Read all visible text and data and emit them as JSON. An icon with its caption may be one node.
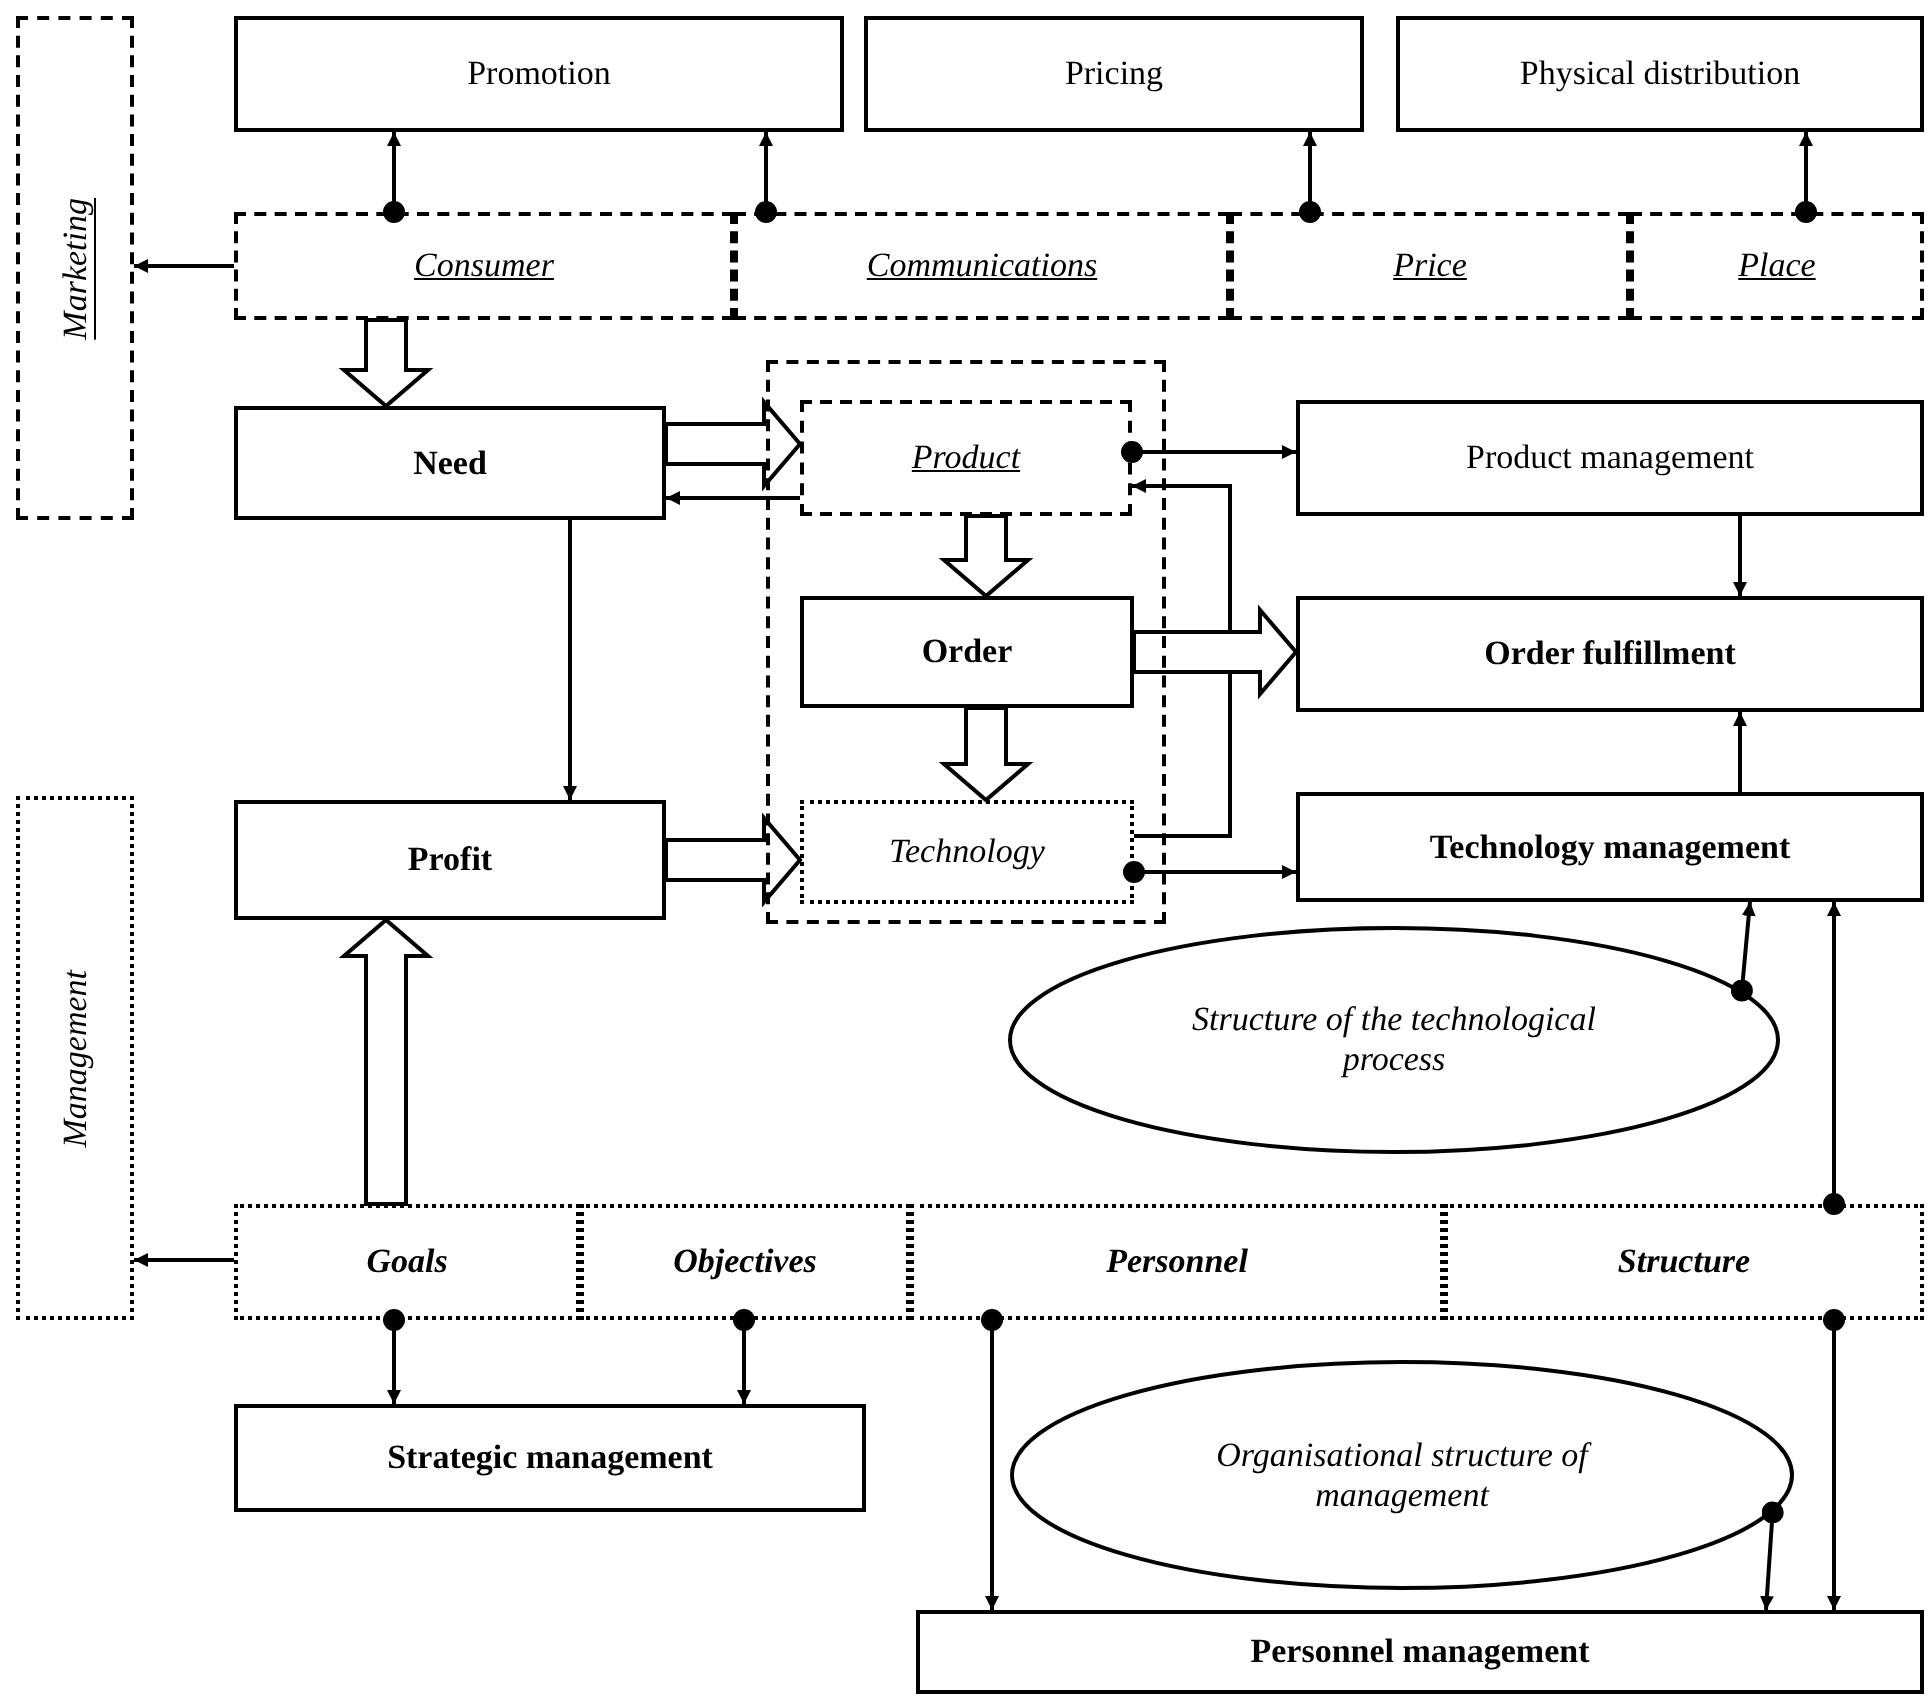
{
  "diagram": {
    "nodes": [
      {
        "text": [
          "Marketing"
        ]
      },
      {
        "text": [
          "Promotion"
        ]
      },
      {
        "text": [
          "Pricing"
        ]
      },
      {
        "text": [
          "Physical distribution"
        ]
      },
      {
        "text": [
          "Consumer"
        ]
      },
      {
        "text": [
          "Communications"
        ]
      },
      {
        "text": [
          "Price"
        ]
      },
      {
        "text": [
          "Place"
        ]
      },
      {
        "text": [
          "Need"
        ]
      },
      {
        "text": [],
        "shape": "box"
      },
      {
        "text": [
          "Product"
        ],
        "in": 9
      },
      {
        "text": [
          "Order"
        ],
        "in": 9
      },
      {
        "text": [
          "Technology"
        ],
        "in": 9
      },
      {
        "text": [
          "Product management"
        ]
      },
      {
        "text": [
          "Order fulfillment"
        ]
      },
      {
        "text": [
          "Profit"
        ]
      },
      {
        "text": [
          "Technology management"
        ]
      },
      {
        "text": [
          "Management"
        ]
      },
      {
        "text": [
          "Structure of the technological process"
        ]
      },
      {
        "text": [
          "Goals"
        ]
      },
      {
        "text": [
          "Objectives"
        ]
      },
      {
        "text": [
          "Personnel"
        ]
      },
      {
        "text": [
          "Structure"
        ]
      },
      {
        "text": [
          "Strategic management"
        ]
      },
      {
        "text": [
          "Organisational structure of management"
        ]
      },
      {
        "text": [
          "Personnel management"
        ]
      }
    ],
    "edges": [
      {
        "from": 4,
        "to": 0,
        "arrow": "to"
      },
      {
        "from": 4,
        "to": 1,
        "arrow": "to"
      },
      {
        "from": 5,
        "to": 1,
        "arrow": "to"
      },
      {
        "from": 6,
        "to": 2,
        "arrow": "to"
      },
      {
        "from": 7,
        "to": 3,
        "arrow": "to"
      },
      {
        "from": 4,
        "to": 8,
        "arrow": "to",
        "style": "thick"
      },
      {
        "from": 8,
        "to": 10,
        "arrow": "to",
        "style": "thick"
      },
      {
        "from": 10,
        "to": 8,
        "arrow": "to"
      },
      {
        "from": 8,
        "to": 15,
        "arrow": "to"
      },
      {
        "from": 10,
        "to": 13,
        "arrow": "to"
      },
      {
        "from": 12,
        "to": 10,
        "arrow": "to"
      },
      {
        "from": 10,
        "to": 11,
        "arrow": "to",
        "style": "thick"
      },
      {
        "from": 11,
        "to": 14,
        "arrow": "to",
        "style": "thick"
      },
      {
        "from": 11,
        "to": 12,
        "arrow": "to",
        "style": "thick"
      },
      {
        "from": 13,
        "to": 14,
        "arrow": "to"
      },
      {
        "from": 16,
        "to": 14,
        "arrow": "to"
      },
      {
        "from": 12,
        "to": 16,
        "arrow": "to"
      },
      {
        "from": 15,
        "to": 12,
        "arrow": "to",
        "style": "thick"
      },
      {
        "from": 19,
        "to": 15,
        "arrow": "to",
        "style": "thick"
      },
      {
        "from": 18,
        "to": 16,
        "arrow": "to"
      },
      {
        "from": 22,
        "to": 16,
        "arrow": "to"
      },
      {
        "from": 19,
        "to": 17,
        "arrow": "to"
      },
      {
        "from": 19,
        "to": 23,
        "arrow": "to"
      },
      {
        "from": 20,
        "to": 23,
        "arrow": "to"
      },
      {
        "from": 21,
        "to": 25,
        "arrow": "to"
      },
      {
        "from": 22,
        "to": 25,
        "arrow": "to"
      },
      {
        "from": 24,
        "to": 25,
        "arrow": "to"
      }
    ]
  }
}
